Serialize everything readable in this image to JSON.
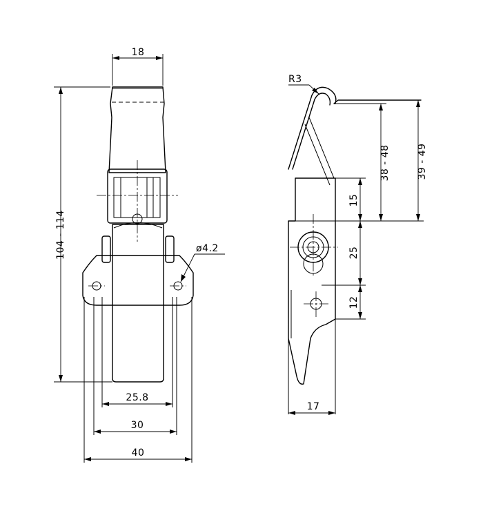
{
  "front_view": {
    "top_width": "18",
    "overall_length": "104 - 114",
    "hole_diameter": "ø4.2",
    "hole_spacing": "25.8",
    "inner_width": "30",
    "base_width": "40"
  },
  "side_view": {
    "hook_radius": "R3",
    "height_a": "15",
    "height_b": "25",
    "height_c": "12",
    "adjust_range_1": "38 - 48",
    "adjust_range_2": "39 - 49",
    "depth": "17"
  }
}
